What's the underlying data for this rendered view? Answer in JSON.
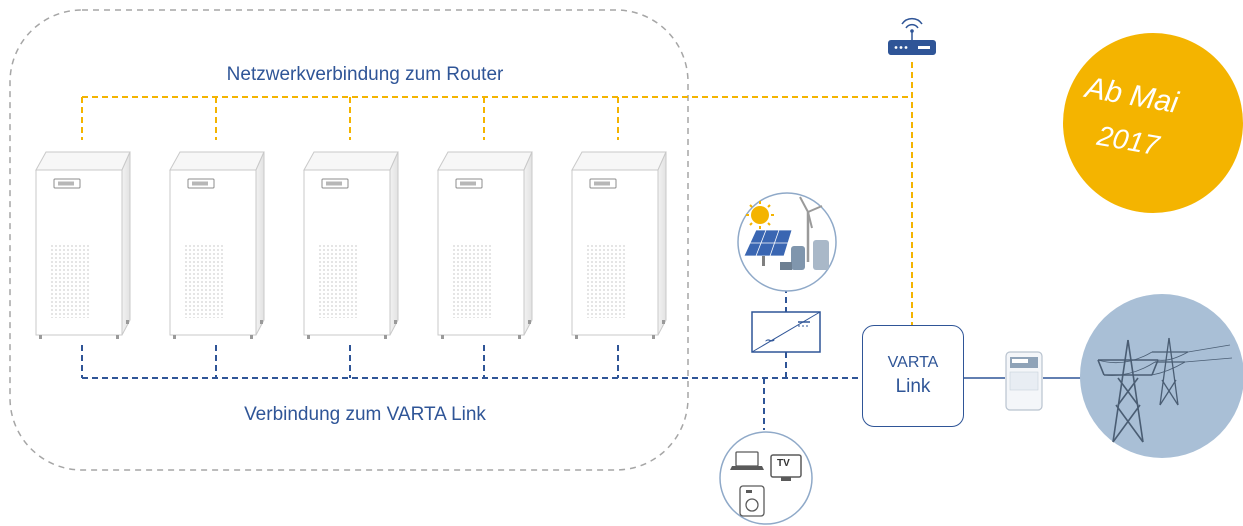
{
  "labels": {
    "router_connection": "Netzwerkverbindung zum Router",
    "varta_link_connection": "Verbindung zum VARTA Link"
  },
  "varta_link": {
    "line1": "VARTA",
    "line2": "Link"
  },
  "badge": {
    "line1": "Ab Mai",
    "line2": "2017"
  },
  "consumer_icons": {
    "tv_label": "TV"
  },
  "icons": {
    "router": "wifi-router-icon",
    "renewables": "solar-wind-energy-icon",
    "inverter": "inverter-icon",
    "consumers": "household-consumers-icon",
    "meter": "electricity-meter-icon",
    "grid": "power-grid-icon",
    "storage": "battery-storage-cabinet-icon"
  },
  "colors": {
    "network_line": "#f4b400",
    "varta_line": "#2f5597",
    "badge": "#f4b400",
    "text": "#2f5597",
    "grid_circle": "#a9bfd6"
  }
}
